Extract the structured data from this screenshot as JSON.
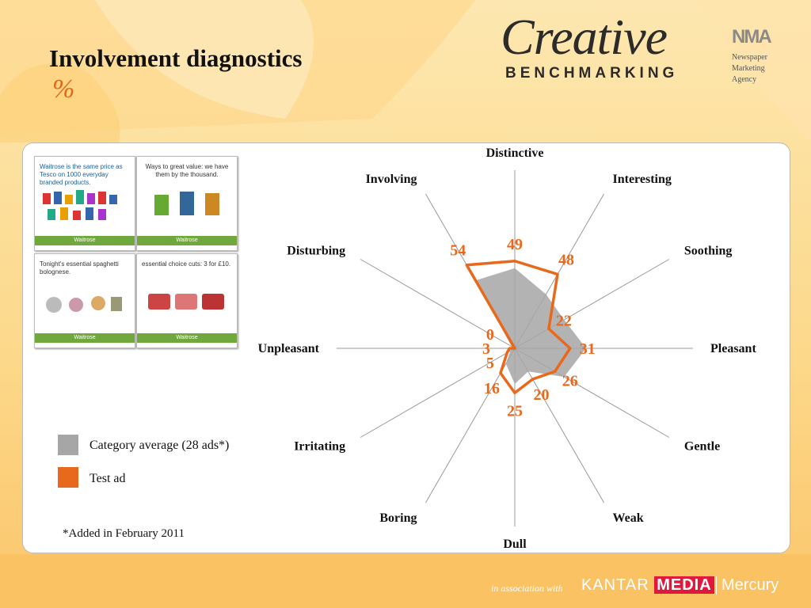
{
  "header": {
    "title": "Involvement diagnostics",
    "unit": "%"
  },
  "logos": {
    "creative_main": "Creative",
    "creative_sub": "BENCHMARKING",
    "nma_mark": "NMA",
    "nma_line1": "Newspaper",
    "nma_line2": "Marketing",
    "nma_line3": "Agency"
  },
  "thumbnails": [
    {
      "headline": "Waitrose is the same price as Tesco on 1000 everyday branded products.",
      "brand": "Waitrose"
    },
    {
      "headline": "Ways to great value: we have them by the thousand.",
      "brand": "Waitrose"
    },
    {
      "headline": "Tonight's essential spaghetti bolognese.",
      "brand": "Waitrose"
    },
    {
      "headline": "essential choice cuts: 3 for £10.",
      "brand": "Waitrose"
    }
  ],
  "legend": {
    "category_label": "Category average (28 ads*)",
    "test_label": "Test ad"
  },
  "footnote": "*Added in February 2011",
  "footer": {
    "assoc": "in association with",
    "kantar": "KANTAR",
    "media": "MEDIA",
    "mercury": "Mercury"
  },
  "colors": {
    "category": "#a6a6a6",
    "test": "#e8691c",
    "axis": "#999999"
  },
  "chart_data": {
    "type": "radar",
    "axes": [
      "Distinctive",
      "Interesting",
      "Soothing",
      "Pleasant",
      "Gentle",
      "Weak",
      "Dull",
      "Boring",
      "Irritating",
      "Unpleasant",
      "Disturbing",
      "Involving"
    ],
    "rmax": 100,
    "series": [
      {
        "name": "Test ad",
        "values": [
          49,
          48,
          22,
          31,
          26,
          20,
          25,
          16,
          5,
          3,
          0,
          54
        ]
      },
      {
        "name": "Category average (28 ads*)",
        "values": [
          45,
          35,
          32,
          40,
          32,
          15,
          20,
          10,
          3,
          2,
          2,
          44
        ]
      }
    ]
  }
}
